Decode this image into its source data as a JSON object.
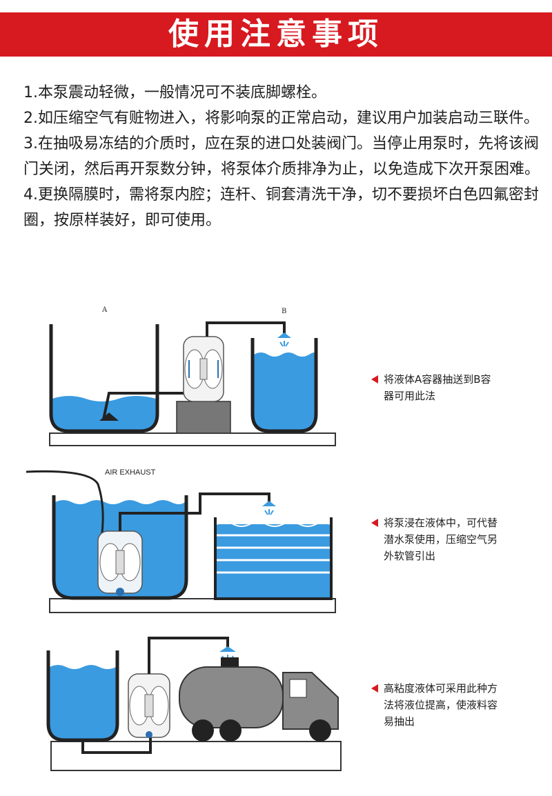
{
  "title": "使用注意事项",
  "notes": [
    "1.本泵震动轻微，一般情况可不装底脚螺栓。",
    "2.如压缩空气有赃物进入，将影响泵的正常启动，建议用户加装启动三联件。",
    "3.在抽吸易冻结的介质时，应在泵的进口处装阀门。当停止用泵时，先将该阀门关闭，然后再开泵数分钟，将泵体介质排净为止，以免造成下次开泵困难。",
    "4.更换隔膜时，需将泵内腔；连杆、铜套清洗干净，切不要损坏白色四氟密封圈，按原样装好，即可使用。"
  ],
  "diagram1": {
    "label_a": "A",
    "label_b": "B",
    "caption": "将液体A容器抽送到B容器可用此法"
  },
  "diagram2": {
    "label_exhaust": "AIR EXHAUST",
    "caption": "将泵浸在液体中，可代替潜水泵使用，压缩空气另外软管引出"
  },
  "diagram3": {
    "caption": "高粘度液体可采用此种方法将液位提高，使液料容易抽出"
  },
  "colors": {
    "banner": "#d71920",
    "liquid": "#3a9be0",
    "arrow": "#d71920"
  }
}
